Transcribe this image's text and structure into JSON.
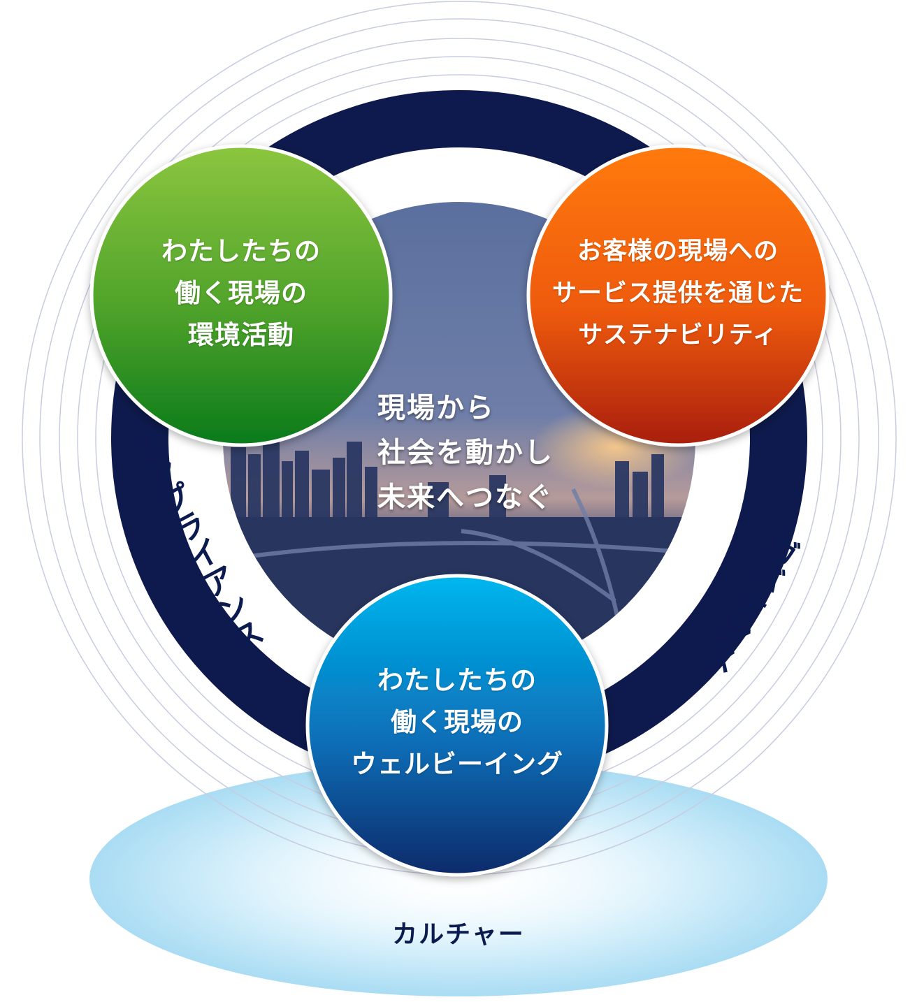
{
  "center": {
    "lines": [
      "現場から",
      "社会を動かし",
      "未来へつなぐ"
    ]
  },
  "circles": {
    "green": {
      "lines": [
        "わたしたちの",
        "働く現場の",
        "環境活動"
      ],
      "color_top": "#8cc63f",
      "color_bottom": "#0a7a1a"
    },
    "orange": {
      "lines": [
        "お客様の現場への",
        "サービス提供を通じた",
        "サステナビリティ"
      ],
      "color_top": "#ff7a10",
      "color_bottom": "#a81e08"
    },
    "blue": {
      "lines": [
        "わたしたちの",
        "働く現場の",
        "ウェルビーイング"
      ],
      "color_top": "#00b6ee",
      "color_bottom": "#0a2a6a"
    }
  },
  "ring": {
    "color": "#0e1a4d",
    "left_label": "コンプライアンス",
    "right_label": "ガバナンス"
  },
  "base": {
    "label": "カルチャー",
    "color": "#bfe6f8"
  }
}
